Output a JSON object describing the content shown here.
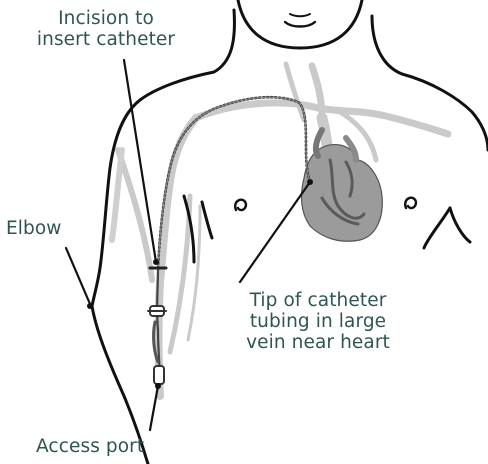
{
  "labels": {
    "incision": [
      "Incision to",
      "insert catheter"
    ],
    "elbow": "Elbow",
    "tip": [
      "Tip of catheter",
      "tubing in large",
      "vein near heart"
    ],
    "access_port": "Access port"
  },
  "colors": {
    "label_text": "#2f5553",
    "outline": "#111111",
    "vein": "#c9c9c9",
    "heart": "#9a9a9a",
    "heart_inner": "#5e5e5e",
    "catheter": "#3d3d3d"
  }
}
